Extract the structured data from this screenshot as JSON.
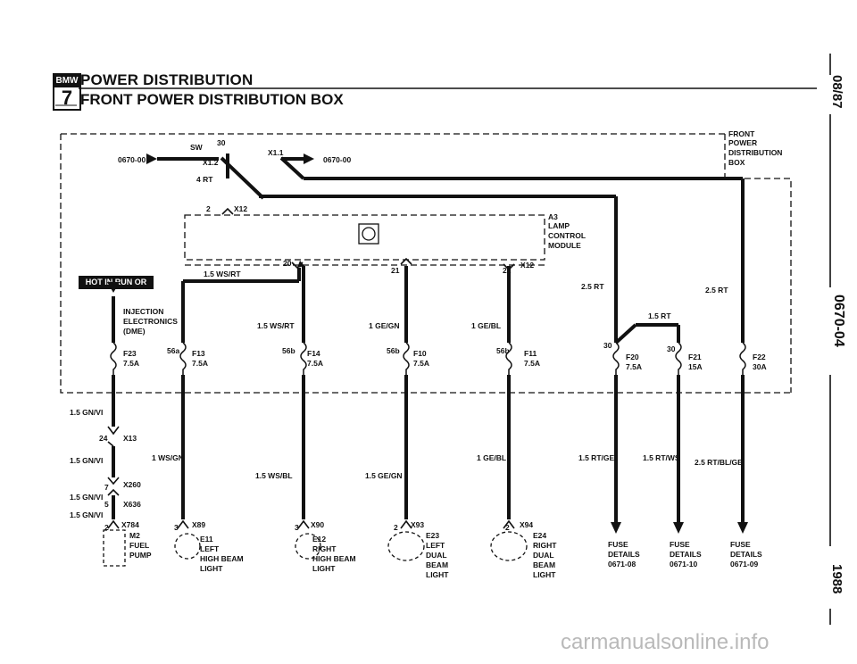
{
  "header": {
    "logo_top": "BMW",
    "logo_bottom": "7",
    "title": "POWER DISTRIBUTION",
    "subtitle": "FRONT POWER DISTRIBUTION BOX"
  },
  "side": {
    "date": "08/87",
    "section_code": "0670-04",
    "year": "1988"
  },
  "watermark": "carmanualsonline.info",
  "diagram": {
    "box_label": [
      "FRONT",
      "POWER",
      "DISTRIBUTION",
      "BOX"
    ],
    "lamp_module_label": [
      "A3",
      "LAMP",
      "CONTROL",
      "MODULE"
    ],
    "hot_label": "HOT IN RUN OR START",
    "refs": {
      "left": "0670-00",
      "right": "0670-00"
    },
    "switch": {
      "sw": "SW",
      "pin30": "30",
      "x12": "X1.2",
      "x11": "X1.1",
      "wire": "4 RT",
      "conn_pin": "2",
      "conn": "X12"
    },
    "module_pins": {
      "p20": "20",
      "p21": "21",
      "p22": "22",
      "x12": "X12"
    },
    "fuses": [
      {
        "id": "F23",
        "amp": "7.5A",
        "terminal": "",
        "lines": [
          "INJECTION",
          "ELECTRONICS",
          "(DME)"
        ]
      },
      {
        "id": "F13",
        "amp": "7.5A",
        "terminal": "56a"
      },
      {
        "id": "F14",
        "amp": "7.5A",
        "terminal": "56b"
      },
      {
        "id": "F10",
        "amp": "7.5A",
        "terminal": "56b"
      },
      {
        "id": "F11",
        "amp": "7.5A",
        "terminal": "56b"
      },
      {
        "id": "F20",
        "amp": "7.5A",
        "terminal": "30"
      },
      {
        "id": "F21",
        "amp": "15A",
        "terminal": "30"
      },
      {
        "id": "F22",
        "amp": "30A",
        "terminal": ""
      }
    ],
    "wires": {
      "ws_rt_top": "1.5 WS/RT",
      "ws_rt_mid": "1.5 WS/RT",
      "ge_gn": "1 GE/GN",
      "ge_bl": "1 GE/BL",
      "rt_25a": "2.5 RT",
      "rt_25b": "2.5 RT",
      "rt_15": "1.5 RT",
      "gn_vi_1": "1.5 GN/VI",
      "gn_vi_2": "1.5 GN/VI",
      "gn_vi_3": "1.5 GN/VI",
      "gn_vi_4": "1.5 GN/VI",
      "ws_gn": "1 WS/GN",
      "ws_bl": "1.5 WS/BL",
      "ge_gn_15": "1.5 GE/GN",
      "ge_bl_low": "1 GE/BL",
      "rt_ge": "1.5 RT/GE",
      "rt_ws": "1.5 RT/WS",
      "rt_bl_ge": "2.5 RT/BL/GE"
    },
    "connectors": {
      "x13": {
        "pin": "24",
        "id": "X13"
      },
      "x260": {
        "pin": "7",
        "id": "X260"
      },
      "x636": {
        "pin": "5",
        "id": "X636"
      },
      "x784": {
        "pin": "2",
        "id": "X784"
      },
      "x89": {
        "pin": "3",
        "id": "X89"
      },
      "x90": {
        "pin": "3",
        "id": "X90"
      },
      "x93": {
        "pin": "2",
        "id": "X93"
      },
      "x94": {
        "pin": "2",
        "id": "X94"
      }
    },
    "components": [
      {
        "id": "M2",
        "lines": [
          "FUEL",
          "PUMP"
        ]
      },
      {
        "id": "E11",
        "lines": [
          "LEFT",
          "HIGH BEAM",
          "LIGHT"
        ]
      },
      {
        "id": "E12",
        "lines": [
          "RIGHT",
          "HIGH BEAM",
          "LIGHT"
        ]
      },
      {
        "id": "E23",
        "lines": [
          "LEFT",
          "DUAL",
          "BEAM",
          "LIGHT"
        ]
      },
      {
        "id": "E24",
        "lines": [
          "RIGHT",
          "DUAL",
          "BEAM",
          "LIGHT"
        ]
      }
    ],
    "fuse_details": [
      {
        "lines": [
          "FUSE",
          "DETAILS",
          "0671-08"
        ]
      },
      {
        "lines": [
          "FUSE",
          "DETAILS",
          "0671-10"
        ]
      },
      {
        "lines": [
          "FUSE",
          "DETAILS",
          "0671-09"
        ]
      }
    ]
  }
}
